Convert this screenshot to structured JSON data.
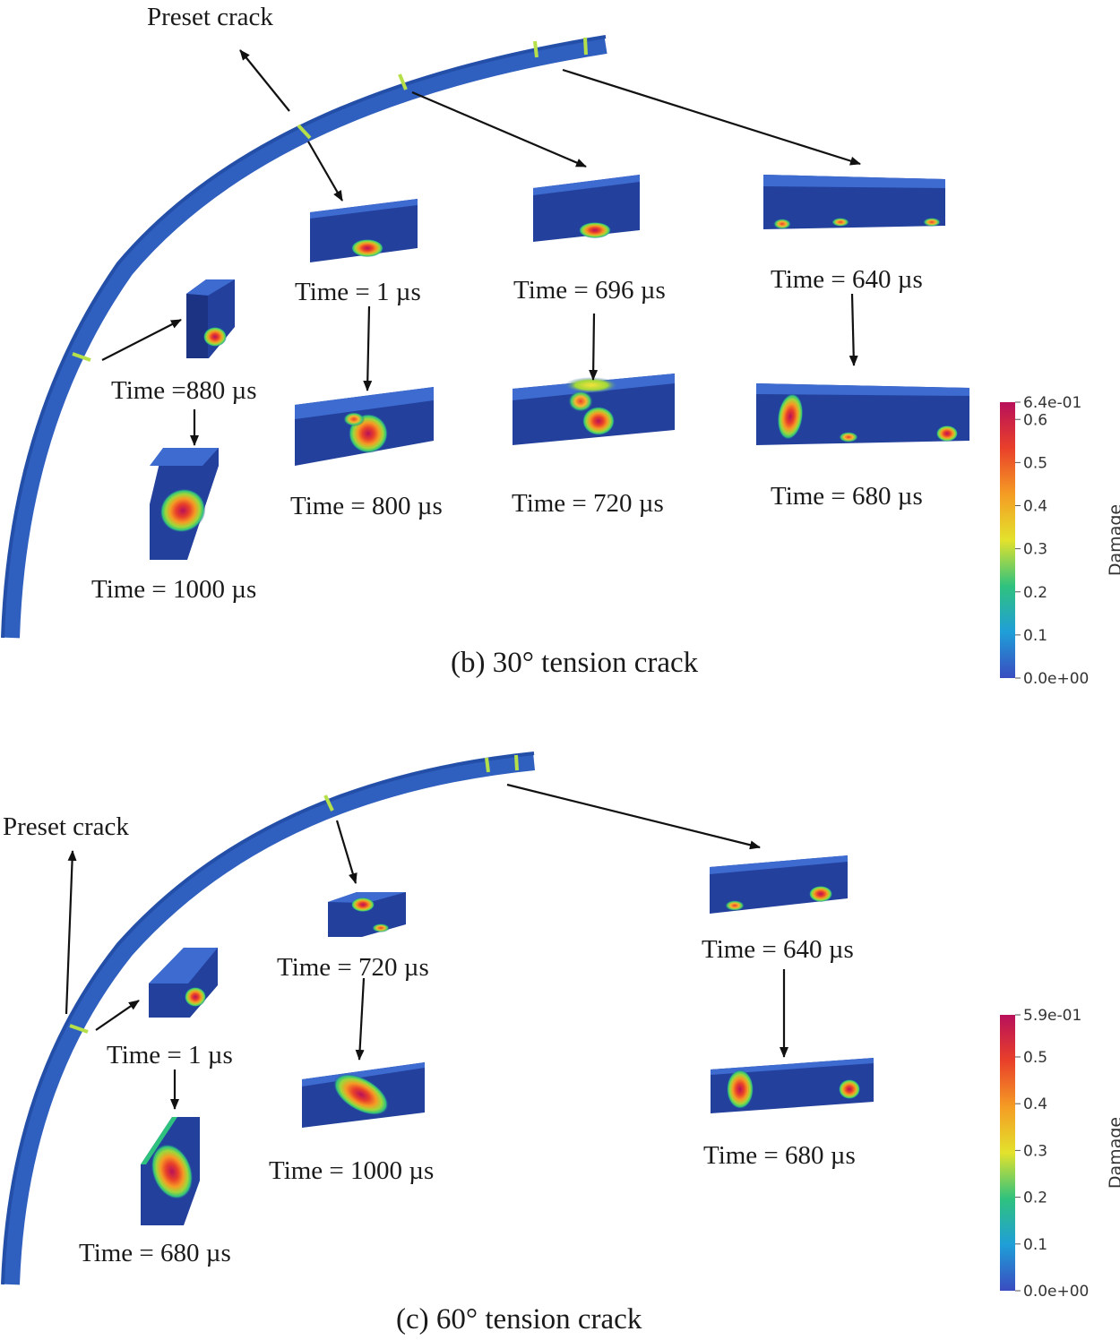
{
  "colors": {
    "ring": "#2f5fbf",
    "block_top": "#3d6bd0",
    "block_face": "#23409c",
    "block_side": "#1c3384",
    "crack_mark": "#b5e04a",
    "text": "#1a1a1a"
  },
  "colormap": [
    "#3a4cc0",
    "#1f9fd8",
    "#2fc27e",
    "#e3e22c",
    "#f59c24",
    "#e9402a",
    "#b8105a"
  ],
  "panel_b": {
    "caption": "(b) 30° tension crack",
    "preset_label": "Preset crack",
    "labels": {
      "t1": "Time = 1 µs",
      "t696": "Time = 696 µs",
      "t640": "Time = 640 µs",
      "t880": "Time =880 µs",
      "t800": "Time = 800 µs",
      "t720": "Time = 720 µs",
      "t680": "Time = 680 µs",
      "t1000": "Time = 1000 µs"
    },
    "colorbar": {
      "title": "Damage",
      "max_label": "6.4e-01",
      "min_label": "0.0e+00",
      "max": 0.64,
      "ticks": [
        {
          "value": 0.6,
          "label": "0.6"
        },
        {
          "value": 0.5,
          "label": "0.5"
        },
        {
          "value": 0.4,
          "label": "0.4"
        },
        {
          "value": 0.3,
          "label": "0.3"
        },
        {
          "value": 0.2,
          "label": "0.2"
        },
        {
          "value": 0.1,
          "label": "0.1"
        }
      ]
    }
  },
  "panel_c": {
    "caption": "(c) 60° tension crack",
    "preset_label": "Preset crack",
    "labels": {
      "t720": "Time = 720 µs",
      "t640": "Time = 640 µs",
      "t1": "Time = 1 µs",
      "t1000": "Time = 1000 µs",
      "t680a": "Time = 680 µs",
      "t680b": "Time = 680 µs"
    },
    "colorbar": {
      "title": "Damage",
      "max_label": "5.9e-01",
      "min_label": "0.0e+00",
      "max": 0.59,
      "ticks": [
        {
          "value": 0.5,
          "label": "0.5"
        },
        {
          "value": 0.4,
          "label": "0.4"
        },
        {
          "value": 0.3,
          "label": "0.3"
        },
        {
          "value": 0.2,
          "label": "0.2"
        },
        {
          "value": 0.1,
          "label": "0.1"
        }
      ]
    }
  }
}
